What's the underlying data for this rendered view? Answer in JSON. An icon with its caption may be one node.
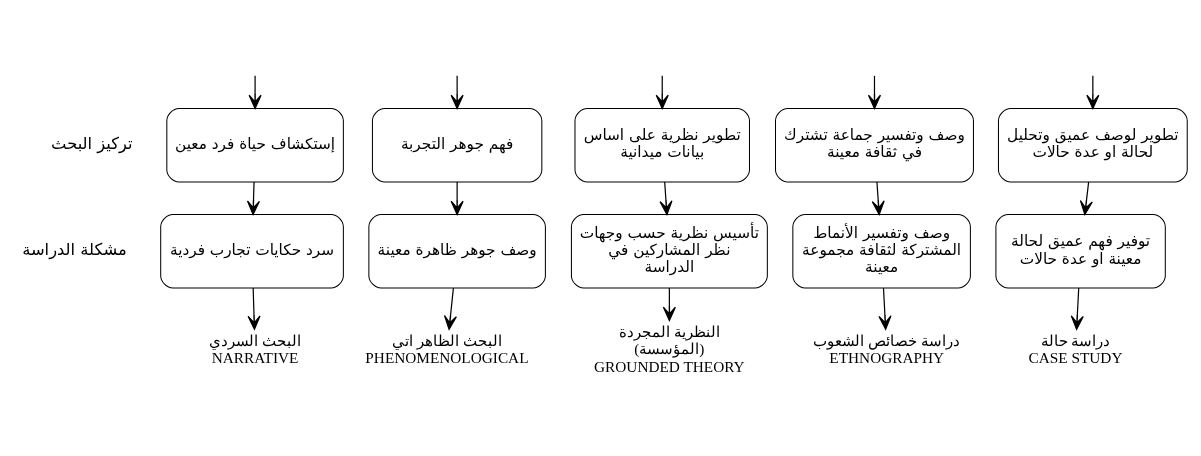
{
  "diagram": {
    "nodes": [
      {
        "text": [
          "تطوير لوصف عميق وتحليل لحالة او عدة حالات"
        ]
      },
      {
        "text": [
          "وصف وتفسير جماعة تشترك في ثقافة معينة"
        ]
      },
      {
        "text": [
          "تطوير نظرية على اساس بيانات ميدانية"
        ]
      },
      {
        "text": [
          "فهم جوهر التجربة"
        ]
      },
      {
        "text": [
          "إستكشاف حياة فرد معين"
        ]
      },
      {
        "text": [
          "توفير فهم عميق لحالة معينة او عدة حالات"
        ]
      },
      {
        "text": [
          "وصف وتفسير الأنماط المشتركة لثقافة مجموعة معينة"
        ]
      },
      {
        "text": [
          "تأسيس نظرية حسب وجهات نظر المشاركين في الدراسة"
        ]
      },
      {
        "text": [
          "وصف جوهر ظاهرة معينة"
        ]
      },
      {
        "text": [
          "سرد حكايات تجارب فردية"
        ]
      },
      {
        "text": [
          "دراسة حالة",
          "CASE STUDY"
        ]
      },
      {
        "text": [
          "دراسة خصائص الشعوب",
          "ETHNOGRAPHY"
        ]
      },
      {
        "text": [
          "النظرية المجردة (المؤسسة)",
          "GROUNDED THEORY"
        ]
      },
      {
        "text": [
          "البحث الظاهر اتي",
          "PHENOMENOLOGICAL"
        ]
      },
      {
        "text": [
          "البحث السردي",
          "NARRATIVE"
        ]
      }
    ],
    "edges": [
      {
        "from": null,
        "to": 0,
        "arrow": "to"
      },
      {
        "from": null,
        "to": 1,
        "arrow": "to"
      },
      {
        "from": null,
        "to": 2,
        "arrow": "to"
      },
      {
        "from": null,
        "to": 3,
        "arrow": "to"
      },
      {
        "from": null,
        "to": 4,
        "arrow": "to"
      },
      {
        "from": 0,
        "to": 5,
        "arrow": "to"
      },
      {
        "from": 1,
        "to": 6,
        "arrow": "to"
      },
      {
        "from": 2,
        "to": 7,
        "arrow": "to"
      },
      {
        "from": 3,
        "to": 8,
        "arrow": "to"
      },
      {
        "from": 4,
        "to": 9,
        "arrow": "to"
      },
      {
        "from": 5,
        "to": 10,
        "arrow": "to"
      },
      {
        "from": 6,
        "to": 11,
        "arrow": "to"
      },
      {
        "from": 7,
        "to": 12,
        "arrow": "to"
      },
      {
        "from": 8,
        "to": 13,
        "arrow": "to"
      },
      {
        "from": 9,
        "to": 14,
        "arrow": "to"
      }
    ],
    "labels": [
      "تركيز البحث",
      "مشكلة الدراسة"
    ]
  }
}
